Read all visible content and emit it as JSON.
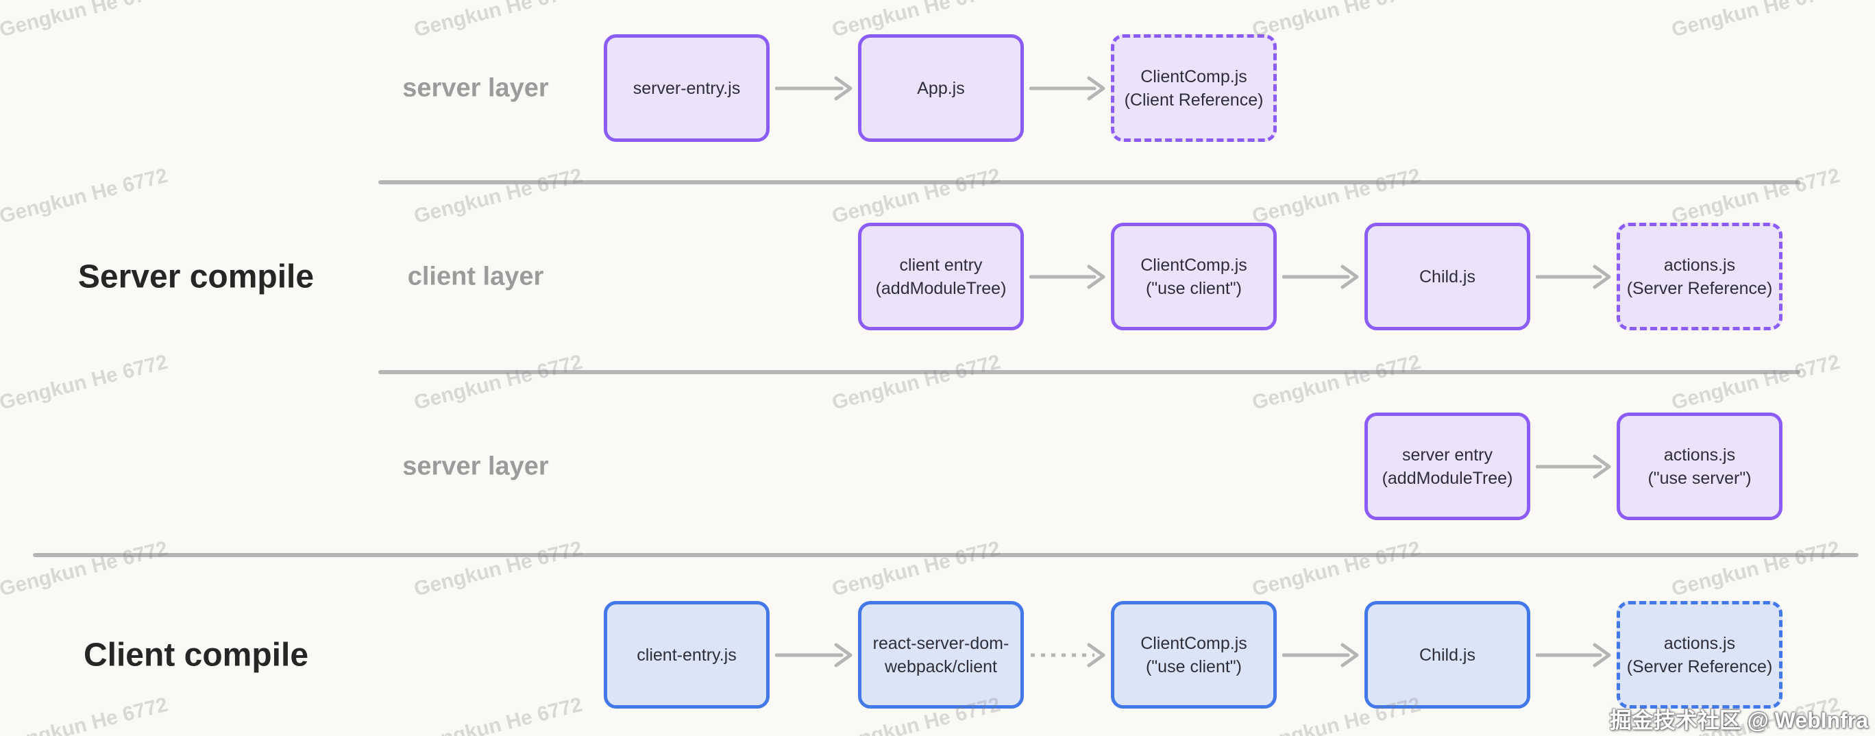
{
  "watermark_text": "Gengkun He 6772",
  "credit_text": "掘金技术社区 @ WebInfra",
  "colors": {
    "background": "#faf9f6",
    "purple_border": "#8b5cf6",
    "purple_fill": "#ebe3fa",
    "blue_border": "#4378e8",
    "blue_fill": "#dce5f8",
    "arrow": "#b5b5b5",
    "divider": "#b5b5b5",
    "layer_label": "#9b9b9b",
    "section_title": "#262626",
    "box_text": "#2e2e38"
  },
  "diagram": {
    "rows": [
      {
        "layer_label": "server layer",
        "section_title": "",
        "boxes": [
          {
            "col": 0,
            "lines": [
              "server-entry.js"
            ],
            "theme": "purple",
            "dashed": false,
            "arrow_to_next": "solid"
          },
          {
            "col": 1,
            "lines": [
              "App.js"
            ],
            "theme": "purple",
            "dashed": false,
            "arrow_to_next": "solid"
          },
          {
            "col": 2,
            "lines": [
              "ClientComp.js",
              "(Client Reference)"
            ],
            "theme": "purple",
            "dashed": true,
            "arrow_to_next": ""
          }
        ]
      },
      {
        "layer_label": "client layer",
        "section_title": "Server compile",
        "boxes": [
          {
            "col": 1,
            "lines": [
              "client entry",
              "(addModuleTree)"
            ],
            "theme": "purple",
            "dashed": false,
            "arrow_to_next": "solid"
          },
          {
            "col": 2,
            "lines": [
              "ClientComp.js",
              "(\"use client\")"
            ],
            "theme": "purple",
            "dashed": false,
            "arrow_to_next": "solid"
          },
          {
            "col": 3,
            "lines": [
              "Child.js"
            ],
            "theme": "purple",
            "dashed": false,
            "arrow_to_next": "solid"
          },
          {
            "col": 4,
            "lines": [
              "actions.js",
              "(Server Reference)"
            ],
            "theme": "purple",
            "dashed": true,
            "arrow_to_next": ""
          }
        ]
      },
      {
        "layer_label": "server layer",
        "section_title": "",
        "boxes": [
          {
            "col": 3,
            "lines": [
              "server entry",
              "(addModuleTree)"
            ],
            "theme": "purple",
            "dashed": false,
            "arrow_to_next": "solid"
          },
          {
            "col": 4,
            "lines": [
              "actions.js",
              "(\"use server\")"
            ],
            "theme": "purple",
            "dashed": false,
            "arrow_to_next": ""
          }
        ]
      },
      {
        "layer_label": "",
        "section_title": "Client compile",
        "boxes": [
          {
            "col": 0,
            "lines": [
              "client-entry.js"
            ],
            "theme": "blue",
            "dashed": false,
            "arrow_to_next": "solid"
          },
          {
            "col": 1,
            "lines": [
              "react-server-dom-",
              "webpack/client"
            ],
            "theme": "blue",
            "dashed": false,
            "arrow_to_next": "dashed"
          },
          {
            "col": 2,
            "lines": [
              "ClientComp.js",
              "(\"use client\")"
            ],
            "theme": "blue",
            "dashed": false,
            "arrow_to_next": "solid"
          },
          {
            "col": 3,
            "lines": [
              "Child.js"
            ],
            "theme": "blue",
            "dashed": false,
            "arrow_to_next": "solid"
          },
          {
            "col": 4,
            "lines": [
              "actions.js",
              "(Server Reference)"
            ],
            "theme": "blue",
            "dashed": true,
            "arrow_to_next": ""
          }
        ]
      }
    ]
  }
}
